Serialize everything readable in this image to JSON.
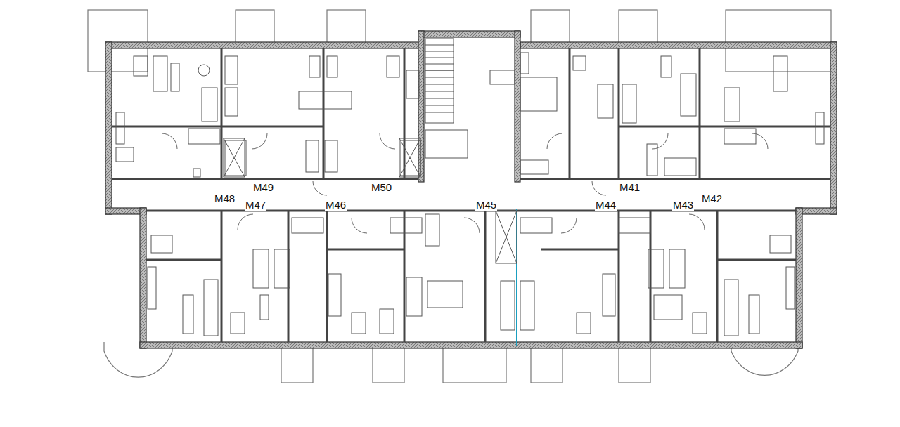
{
  "diagram": {
    "labels": [
      "M49",
      "M50",
      "M41",
      "M48",
      "M42",
      "M47",
      "M46",
      "M45",
      "M44",
      "M43"
    ]
  }
}
